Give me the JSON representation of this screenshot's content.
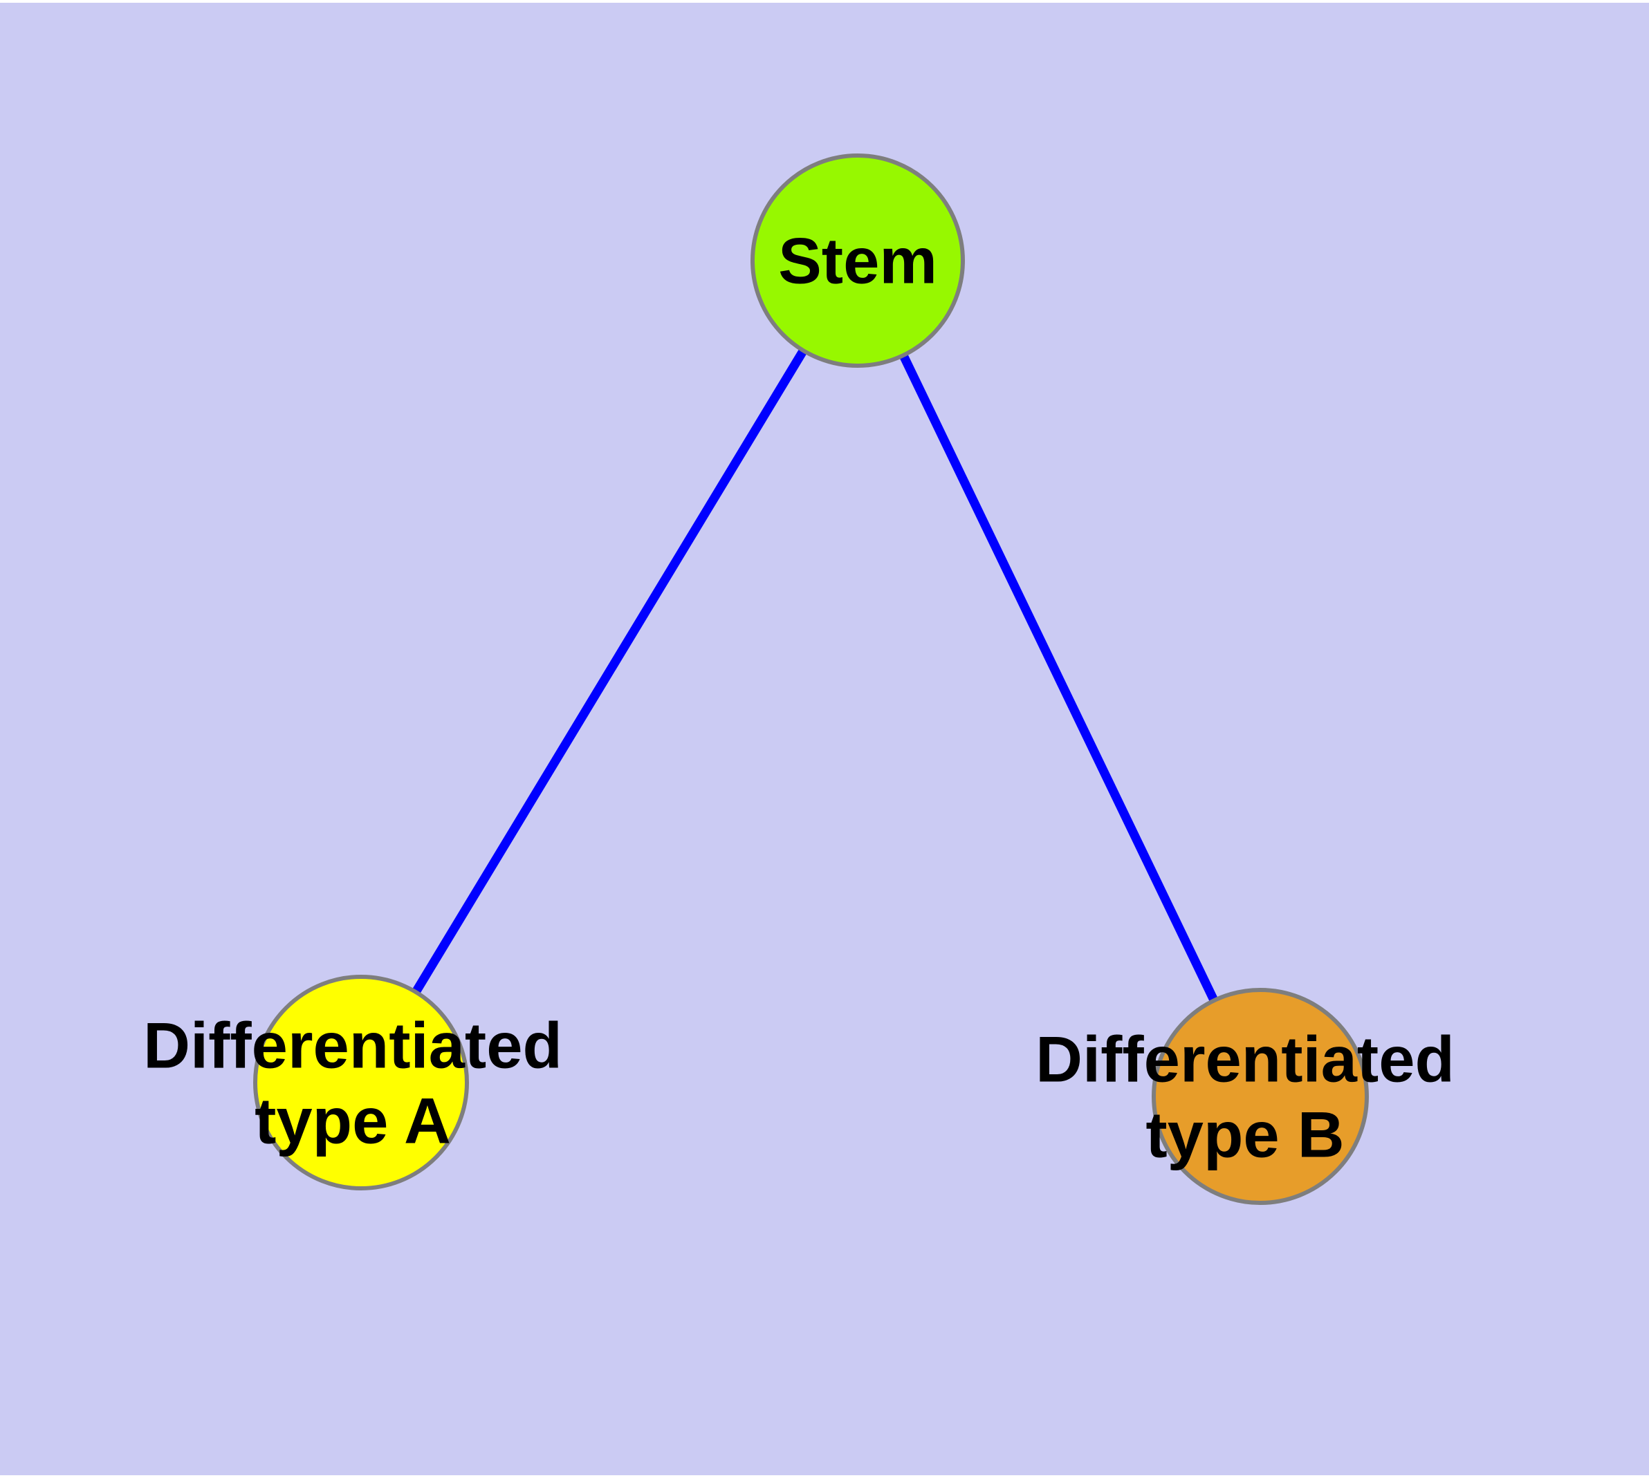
{
  "diagram": {
    "description": "Stem cell differentiation graph",
    "colors": {
      "background": "#cbcbf3",
      "edge": "#0000ff",
      "node_border": "#7e7e7e",
      "label_text": "#000000"
    },
    "nodes": [
      {
        "id": "stem",
        "label": "Stem",
        "label_lines": [
          "Stem"
        ],
        "color": "#97f800"
      },
      {
        "id": "type_a",
        "label": "Differentiated type A",
        "label_lines": [
          "Differentiated",
          "type A"
        ],
        "color": "#ffff00"
      },
      {
        "id": "type_b",
        "label": "Differentiated type B",
        "label_lines": [
          "Differentiated",
          "type B"
        ],
        "color": "#e79d2a"
      }
    ],
    "edges": [
      {
        "from": "Stem",
        "to": "Differentiated type A"
      },
      {
        "from": "Stem",
        "to": "Differentiated type B"
      }
    ]
  }
}
